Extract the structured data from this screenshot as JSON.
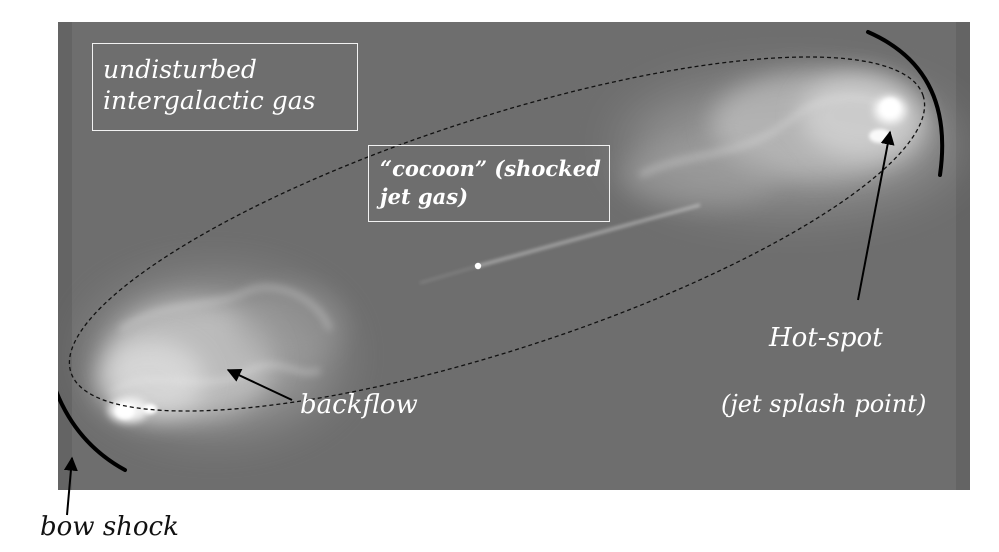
{
  "labels": {
    "undisturbed_line1": "undisturbed",
    "undisturbed_line2": "intergalactic gas",
    "cocoon_line1": "“cocoon” (shocked",
    "cocoon_line2": "jet gas)",
    "backflow": "backflow",
    "hotspot": "Hot-spot",
    "splash": "(jet splash point)",
    "bow_shock": "bow shock"
  },
  "colors": {
    "background": "#6e6e6e",
    "label_text": "#ffffff",
    "page": "#ffffff",
    "outer_label": "#111111"
  }
}
